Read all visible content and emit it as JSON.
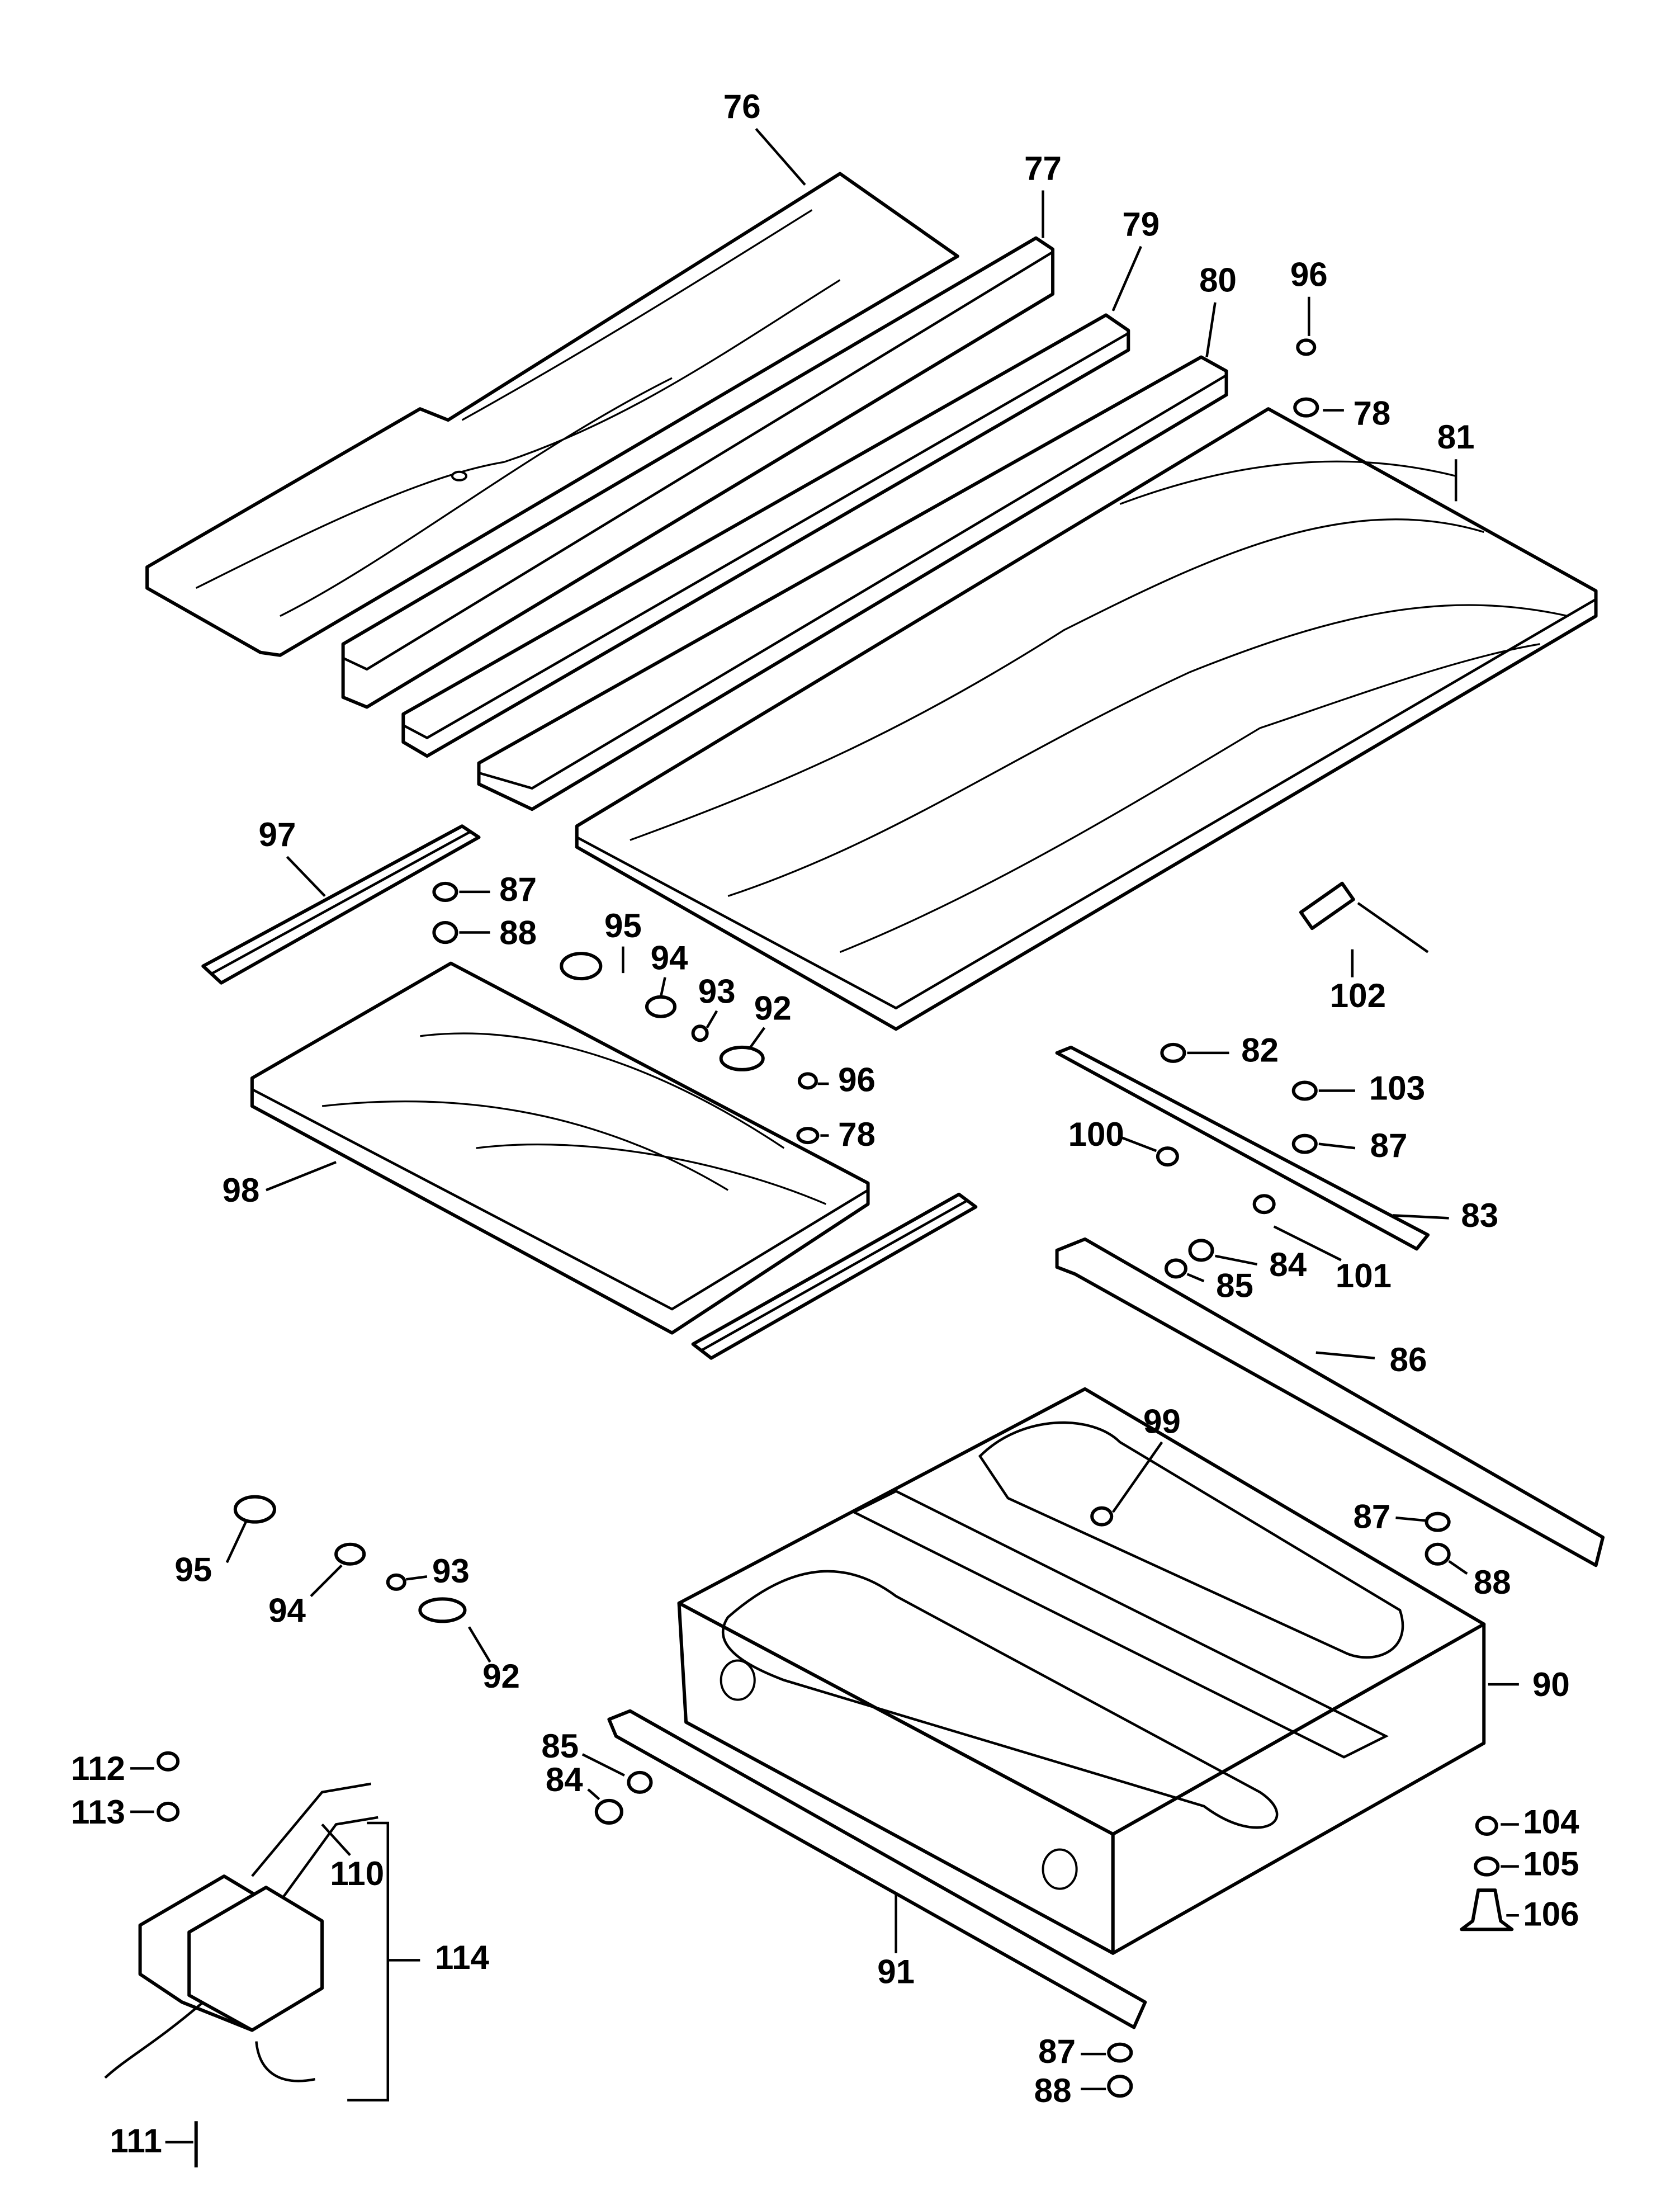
{
  "diagram": {
    "type": "exploded parts diagram",
    "labels": [
      "76",
      "77",
      "79",
      "80",
      "96",
      "78",
      "81",
      "97",
      "87",
      "88",
      "95",
      "94",
      "93",
      "92",
      "96",
      "78",
      "98",
      "102",
      "82",
      "103",
      "87",
      "100",
      "83",
      "84",
      "85",
      "101",
      "86",
      "99",
      "87",
      "88",
      "95",
      "94",
      "93",
      "92",
      "90",
      "85",
      "84",
      "112",
      "113",
      "110",
      "114",
      "91",
      "104",
      "105",
      "106",
      "87",
      "88",
      "111"
    ]
  }
}
